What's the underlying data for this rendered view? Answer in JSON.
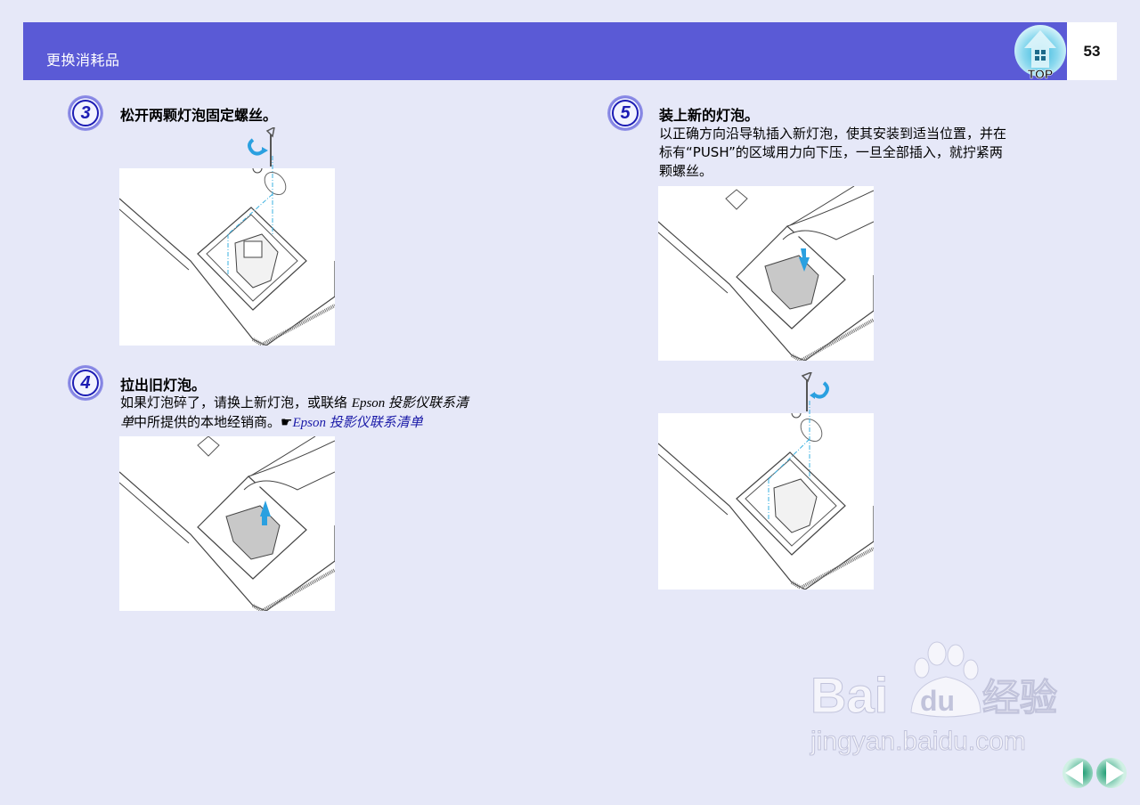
{
  "header": {
    "section_title": "更换消耗品",
    "top_button_label": "TOP",
    "page_number": "53"
  },
  "steps": [
    {
      "number": "3",
      "title": "松开两颗灯泡固定螺丝。",
      "body": "",
      "illustration": "screwdriver-loosening-lamp-screws"
    },
    {
      "number": "4",
      "title": "拉出旧灯泡。",
      "body_line1_prefix": "如果灯泡碎了，请换上新灯泡，或联络 ",
      "body_line1_italic": "Epson 投影仪联系清",
      "body_line2_italic": "单",
      "body_line2_suffix": "中所提供的本地经销商。",
      "link_icon": "☛",
      "link_text": "Epson 投影仪联系清单",
      "illustration": "hand-pulling-lamp-out"
    },
    {
      "number": "5",
      "title": "装上新的灯泡。",
      "body_lines": [
        "以正确方向沿导轨插入新灯泡，使其安装到适当位置，并在",
        "标有“PUSH”的区域用力向下压，一旦全部插入，就拧紧两",
        "颗螺丝。"
      ],
      "illustrations": [
        "hand-pushing-lamp-in",
        "screwdriver-tightening-lamp-screws"
      ]
    }
  ],
  "watermark": {
    "brand_left": "Bai",
    "brand_paw_text": "du",
    "brand_cn": "经验",
    "url": "jingyan.baidu.com"
  },
  "navigation": {
    "prev_label": "◀",
    "next_label": "▶"
  },
  "colors": {
    "header_bg": "#5a5ad6",
    "page_bg": "#e6e8f8",
    "step_number": "#1c1cb4",
    "link": "#1a1aa8",
    "arrow_blue": "#2aa0e0",
    "nav_green": "#2aa878"
  }
}
